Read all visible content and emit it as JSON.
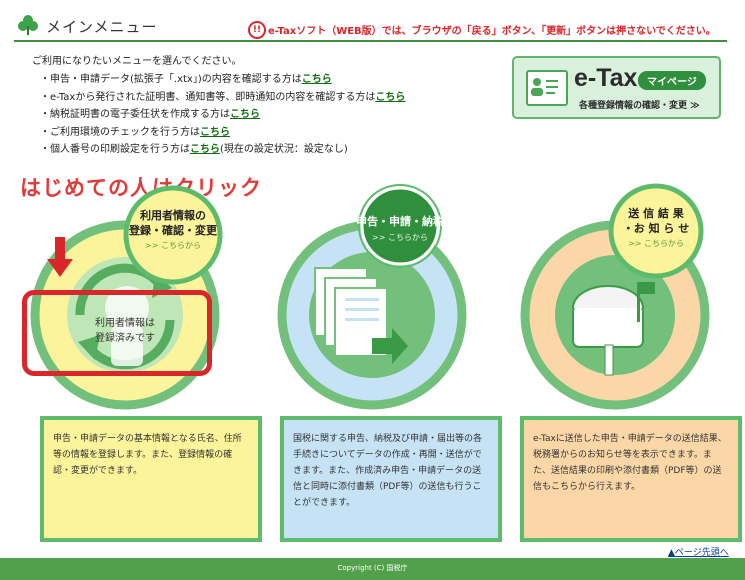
{
  "header": {
    "title": "メインメニュー",
    "warning_mark": "!!",
    "warning": "e-Taxソフト（WEB版）では、ブラウザの「戻る」ボタン、「更新」ボタンは押さないでください。"
  },
  "intro": "ご利用になりたいメニューを選んでください。",
  "links": [
    {
      "prefix": "・申告・申請データ(拡張子「.xtx」)の内容を確認する方は",
      "link": "こちら",
      "suffix": ""
    },
    {
      "prefix": "・e-Taxから発行された証明書、通知書等、即時通知の内容を確認する方は",
      "link": "こちら",
      "suffix": ""
    },
    {
      "prefix": "・納税証明書の電子委任状を作成する方は",
      "link": "こちら",
      "suffix": ""
    },
    {
      "prefix": "・ご利用環境のチェックを行う方は",
      "link": "こちら",
      "suffix": ""
    },
    {
      "prefix": "・個人番号の印刷設定を行う方は",
      "link": "こちら",
      "suffix": "(現在の設定状況：設定なし)"
    }
  ],
  "mypage": {
    "logo": "e-Tax",
    "pill": "マイページ",
    "sub": "各種登録情報の確認・変更 ≫"
  },
  "hint": "はじめての人はクリック",
  "panels": {
    "user": {
      "title1": "利用者情報の",
      "title2": "登録・確認・変更",
      "link": ">> こちらから",
      "status1": "利用者情報は",
      "status2": "登録済みです",
      "desc": "申告・申請データの基本情報となる氏名、住所等の情報を登録します。また、登録情報の確認・変更ができます。"
    },
    "filing": {
      "title": "申告・申請・納税",
      "link": ">> こちらから",
      "desc": "国税に関する申告、納税及び申請・届出等の各手続きについてデータの作成・再開・送信ができます。また、作成済み申告・申請データの送信と同時に添付書類（PDF等）の送信も行うことができます。"
    },
    "results": {
      "title1": "送 信 結 果",
      "title2": "・お 知 ら せ",
      "link": ">> こちらから",
      "desc": "e-Taxに送信した申告・申請データの送信結果、税務署からのお知らせ等を表示できます。また、送信結果の印刷や添付書類（PDF等）の送信もこちらから行えます。"
    }
  },
  "footer": {
    "page_top": "ページ先頭へ",
    "copyright": "Copyright (C) 国税庁"
  },
  "colors": {
    "green": "#5fbb6c",
    "dark_green": "#3f8f3f",
    "red": "#e23a38",
    "yellow": "#fcf49a",
    "blue": "#c6e3f5",
    "orange": "#fbd7a8"
  }
}
